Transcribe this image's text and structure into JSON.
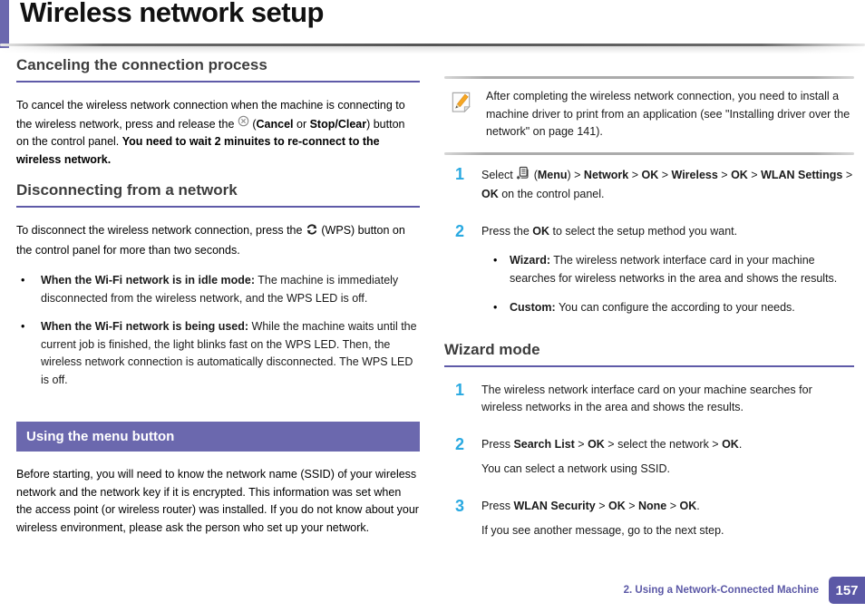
{
  "title": "Wireless network setup",
  "colors": {
    "accent_purple": "#6b68ae",
    "heading_underline": "#5e5aa8",
    "step_number_blue": "#29a9e1",
    "footer_purple": "#5b58a6"
  },
  "icons": {
    "cancel": {
      "name": "cancel-icon",
      "shape": "circle-with-x"
    },
    "wps": {
      "name": "wps-icon",
      "shape": "circular-double-arrow"
    },
    "menu": {
      "name": "menu-icon",
      "shape": "list-page-with-asterisk"
    },
    "note": {
      "name": "note-icon",
      "shape": "page-with-pencil"
    }
  },
  "left": {
    "canceling": {
      "heading": "Canceling the connection process",
      "p1": {
        "r0": "To cancel the wireless network connection when the machine is connecting to the wireless network, press and release the ",
        "r1": " (",
        "b0": "Cancel",
        "r2": " or ",
        "b1": "Stop/Clear",
        "r3": ") button on the control panel. ",
        "b2": "You need to wait 2 minuites to re-connect to the wireless network."
      }
    },
    "disconnecting": {
      "heading": "Disconnecting from a network",
      "p1": {
        "r0": "To disconnect the wireless network connection, press the ",
        "r1": " (WPS) button on the control panel for more than two seconds."
      },
      "bullets": [
        {
          "b": "When the Wi-Fi network is in idle mode:",
          "t": " The machine is immediately disconnected from the wireless network, and the WPS LED is off."
        },
        {
          "b": "When the Wi-Fi network is being used:",
          "t": " While the machine waits until the current job is finished, the light blinks fast on the WPS LED. Then, the wireless network connection is automatically disconnected. The WPS LED is off."
        }
      ]
    },
    "menu_button": {
      "heading": "Using the menu button",
      "p1": "Before starting, you will need to know the network name (SSID) of your wireless network and the network key if it is encrypted. This information was set when the access point (or wireless router) was installed. If you do not know about your wireless environment, please ask the person who set up your network."
    }
  },
  "right": {
    "note_text": "After completing the wireless network connection, you need to install a machine driver to print from an application (see \"Installing driver over the network\" on page 141).",
    "steps1": [
      {
        "num": "1",
        "runs": {
          "r0": "Select ",
          "r1": " (",
          "b0": "Menu",
          "r2": ") > ",
          "b1": "Network",
          "r3": " > ",
          "b2": "OK",
          "r4": " > ",
          "b3": "Wireless",
          "r5": " > ",
          "b4": "OK",
          "r6": " > ",
          "b5": "WLAN Settings",
          "r7": " > ",
          "b6": "OK",
          "r8": " on the control panel."
        }
      },
      {
        "num": "2",
        "runs": {
          "r0": "Press the ",
          "b0": "OK",
          "r1": " to select the setup method you want."
        },
        "bullets": [
          {
            "b": "Wizard:",
            "t": " The wireless network interface card in your machine searches for wireless networks in the area and shows the results."
          },
          {
            "b": "Custom:",
            "t": " You can configure the according to your needs."
          }
        ]
      }
    ],
    "wizard": {
      "heading": "Wizard mode",
      "steps": [
        {
          "num": "1",
          "text": "The wireless network interface card on your machine searches for wireless networks in the area and shows the results."
        },
        {
          "num": "2",
          "runs": {
            "r0": "Press ",
            "b0": "Search List",
            "r1": " > ",
            "b1": "OK",
            "r2": " > select the network > ",
            "b2": "OK",
            "r3": "."
          },
          "sub": "You can select a network using SSID."
        },
        {
          "num": "3",
          "runs": {
            "r0": "Press ",
            "b0": "WLAN Security",
            "r1": " > ",
            "b1": "OK",
            "r2": " > ",
            "b2": "None",
            "r3": " > ",
            "b3": "OK",
            "r4": "."
          },
          "sub": "If you see another message, go to the next step."
        }
      ]
    }
  },
  "footer": {
    "chapter": "2.  Using a Network-Connected Machine",
    "page_number": "157"
  }
}
